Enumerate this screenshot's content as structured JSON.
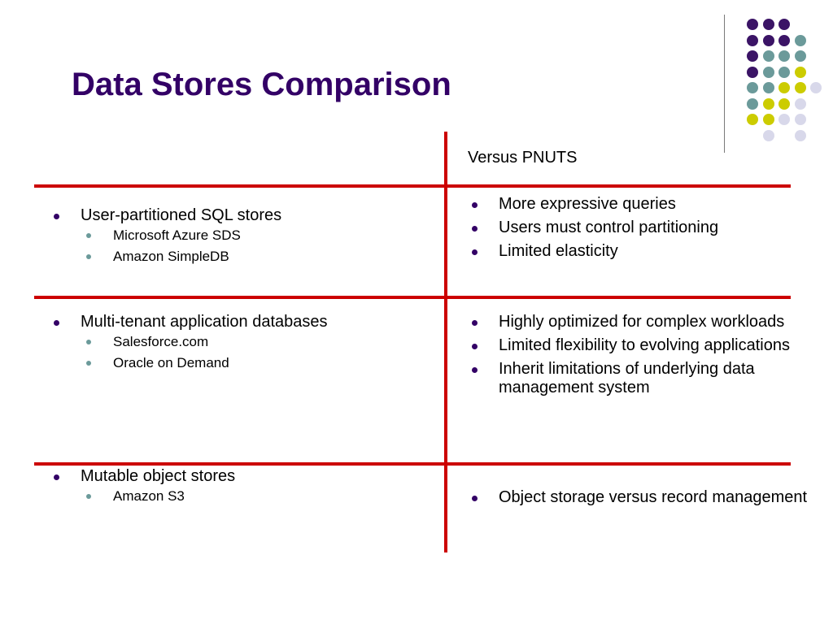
{
  "slide": {
    "title": "Data Stores Comparison",
    "header": "Versus PNUTS"
  },
  "colors": {
    "title": "#330066",
    "grid_line": "#cc0000",
    "bullet_primary": "#330066",
    "bullet_secondary": "#6b9a9a",
    "dot_purple": "#3b1466",
    "dot_teal": "#6b9a9a",
    "dot_yellow": "#cccc00",
    "dot_lavender": "#d8d8ea"
  },
  "rows": [
    {
      "left": {
        "item": "User-partitioned SQL stores",
        "subitems": [
          "Microsoft Azure SDS",
          "Amazon SimpleDB"
        ]
      },
      "right": [
        "More expressive queries",
        "Users must control partitioning",
        "Limited elasticity"
      ]
    },
    {
      "left": {
        "item": "Multi-tenant application databases",
        "subitems": [
          "Salesforce.com",
          "Oracle on Demand"
        ]
      },
      "right": [
        "Highly optimized for complex workloads",
        "Limited flexibility to evolving applications",
        "Inherit limitations of underlying data management system"
      ]
    },
    {
      "left": {
        "item": "Mutable object stores",
        "subitems": [
          "Amazon S3"
        ]
      },
      "right": [
        "Object storage versus record management"
      ]
    }
  ]
}
